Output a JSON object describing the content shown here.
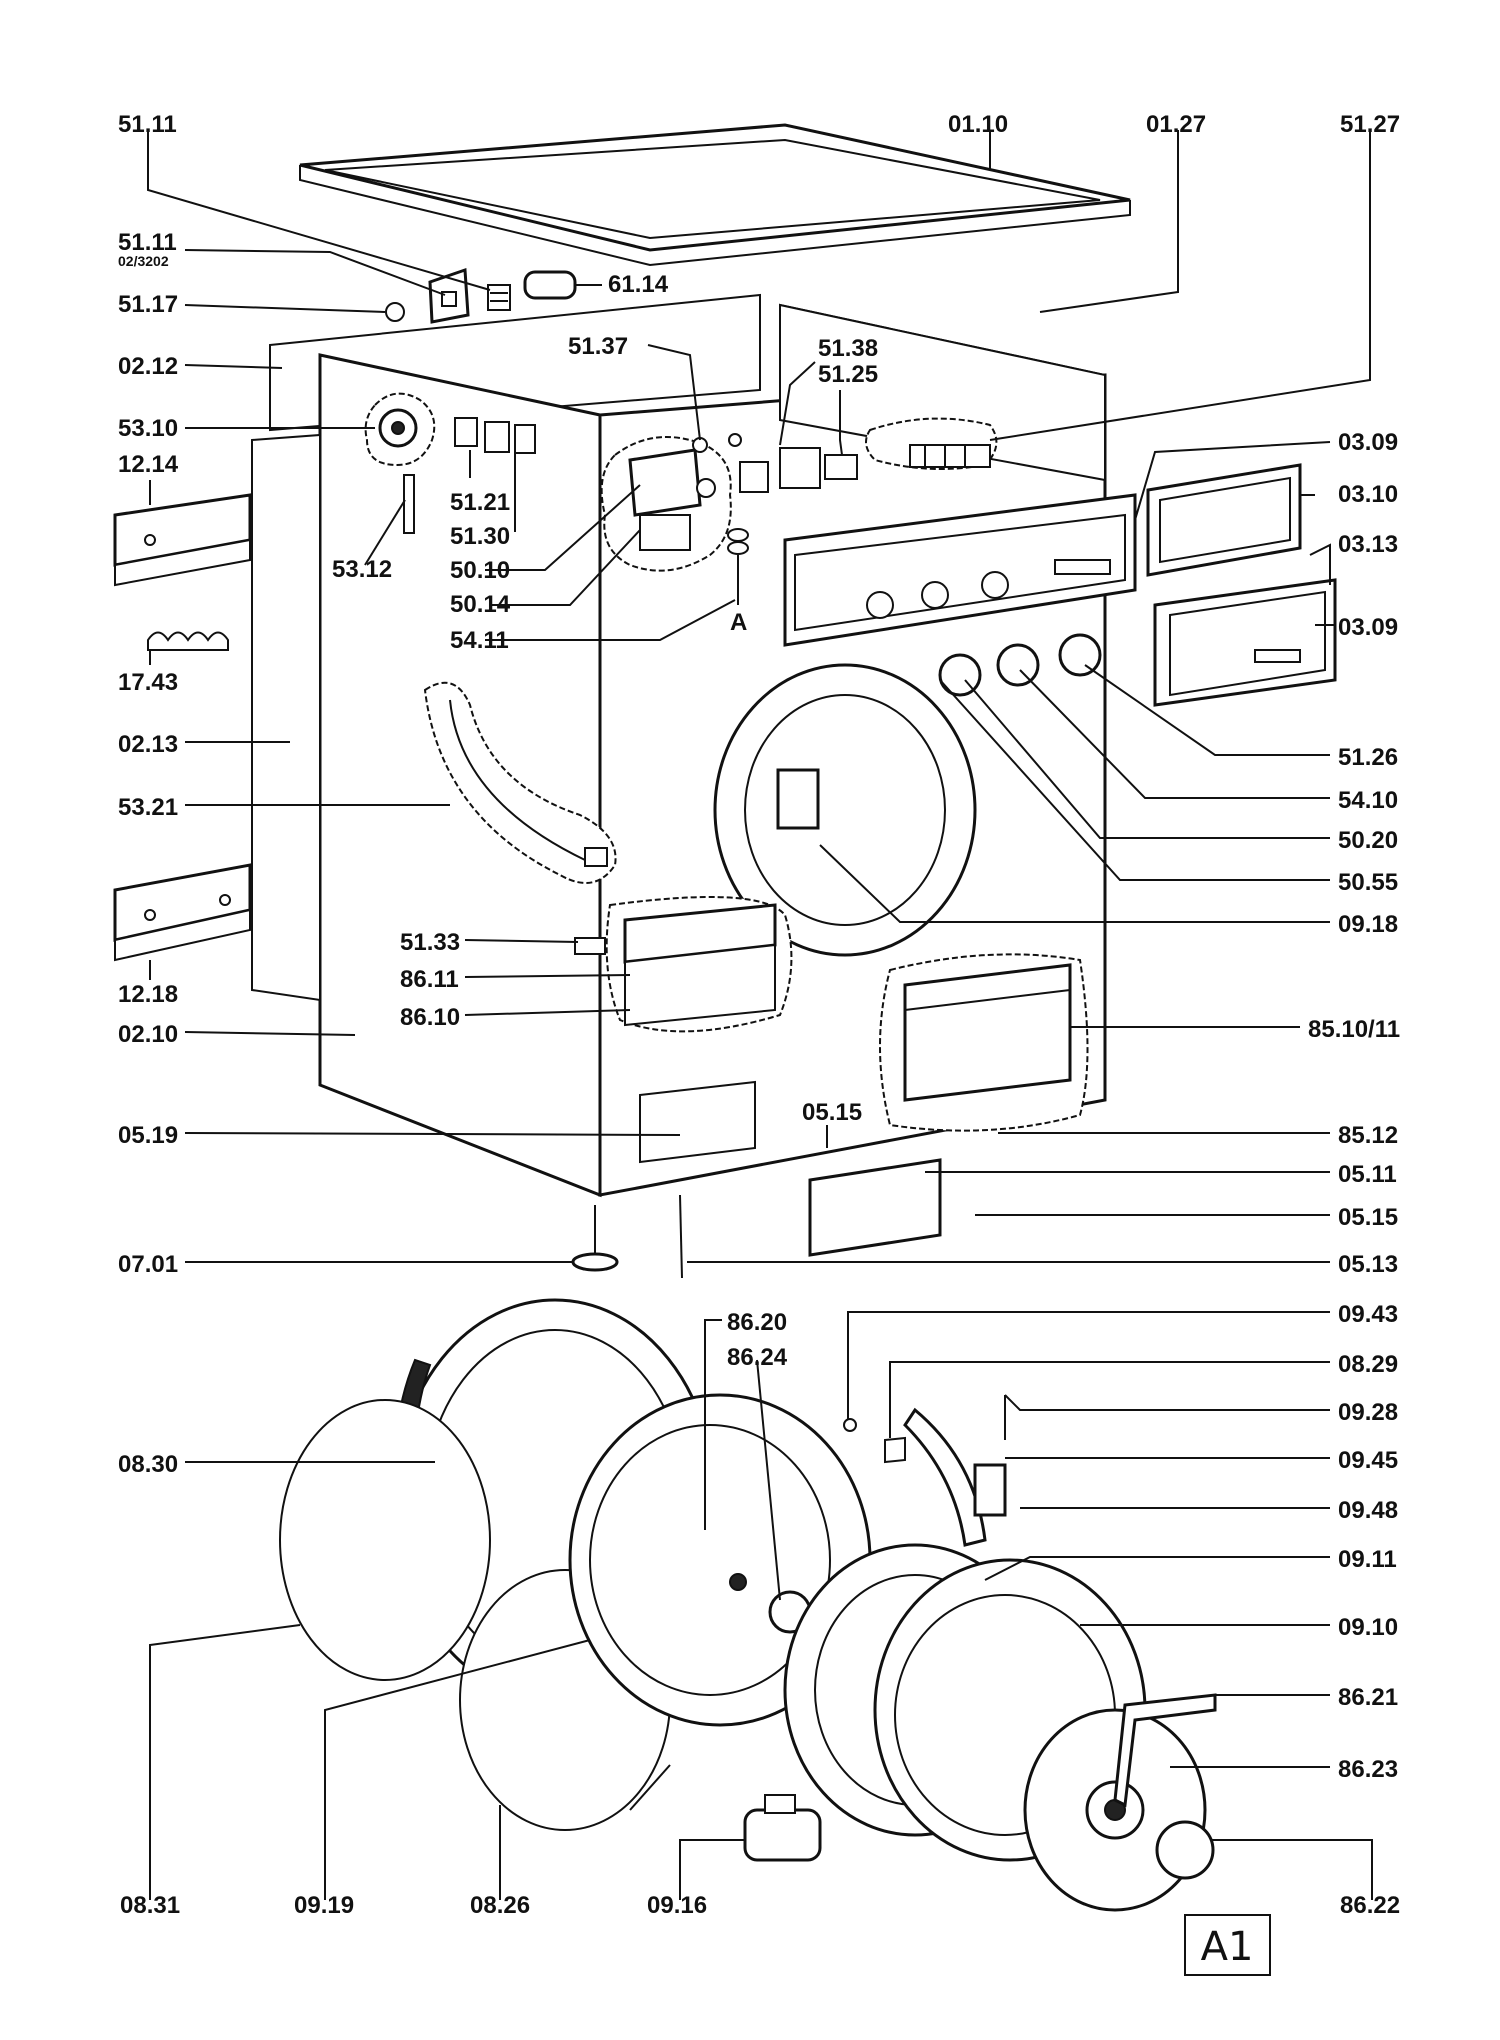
{
  "sheet_id": "A1",
  "callouts": {
    "c51_11_top": "51.11",
    "c01_10": "01.10",
    "c01_27": "01.27",
    "c51_27": "51.27",
    "c51_11_mid": "51.11",
    "c02_3202": "02/3202",
    "c61_14": "61.14",
    "c51_17": "51.17",
    "c02_12": "02.12",
    "c51_37": "51.37",
    "c51_38": "51.38",
    "c51_25": "51.25",
    "c53_10": "53.10",
    "c03_09_top": "03.09",
    "c12_14": "12.14",
    "c03_10": "03.10",
    "c51_21": "51.21",
    "c51_30": "51.30",
    "c53_12": "53.12",
    "c50_10": "50.10",
    "c03_13": "03.13",
    "c50_14": "50.14",
    "c03_09_bottom": "03.09",
    "c54_11": "54.11",
    "cA": "A",
    "c17_43": "17.43",
    "c02_13": "02.13",
    "c51_26": "51.26",
    "c53_21": "53.21",
    "c54_10": "54.10",
    "c50_20": "50.20",
    "c50_55": "50.55",
    "c51_33": "51.33",
    "c09_18": "09.18",
    "c86_11": "86.11",
    "c12_18": "12.18",
    "c86_10": "86.10",
    "c85_10_11": "85.10/11",
    "c02_10": "02.10",
    "c05_15_top": "05.15",
    "c05_19": "05.19",
    "c85_12": "85.12",
    "c05_11": "05.11",
    "c05_15_right": "05.15",
    "c07_01": "07.01",
    "c05_13": "05.13",
    "c09_43": "09.43",
    "c86_20": "86.20",
    "c86_24": "86.24",
    "c08_29": "08.29",
    "c09_28": "09.28",
    "c08_30": "08.30",
    "c09_45": "09.45",
    "c09_48": "09.48",
    "c09_11": "09.11",
    "c09_10": "09.10",
    "c86_21": "86.21",
    "c86_23": "86.23",
    "c08_31": "08.31",
    "c09_19": "09.19",
    "c08_26": "08.26",
    "c09_16": "09.16",
    "c86_22": "86.22"
  }
}
